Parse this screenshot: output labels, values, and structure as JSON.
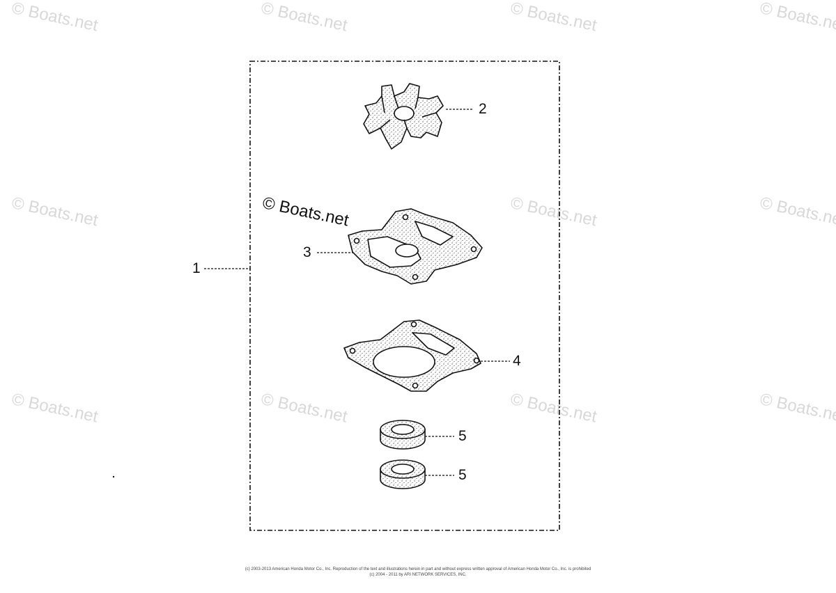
{
  "watermark": {
    "text": "© Boats.net",
    "color": "#d8d8d8",
    "strong_color": "#111111"
  },
  "callouts": {
    "kit": "1",
    "impeller": "2",
    "plate": "3",
    "gasket": "4",
    "seal_a": "5",
    "seal_b": "5"
  },
  "footer": {
    "line1": "(c) 2003-2013 American Honda Motor Co., Inc. Reproduction of the text and illustrations herein in part and without express written approval of American Honda Motor Co., Inc. is prohibited",
    "line2": "(c) 2004 - 2011 by ARI NETWORK SERVICES, INC."
  },
  "colors": {
    "line": "#111111",
    "fill": "#ffffff"
  }
}
